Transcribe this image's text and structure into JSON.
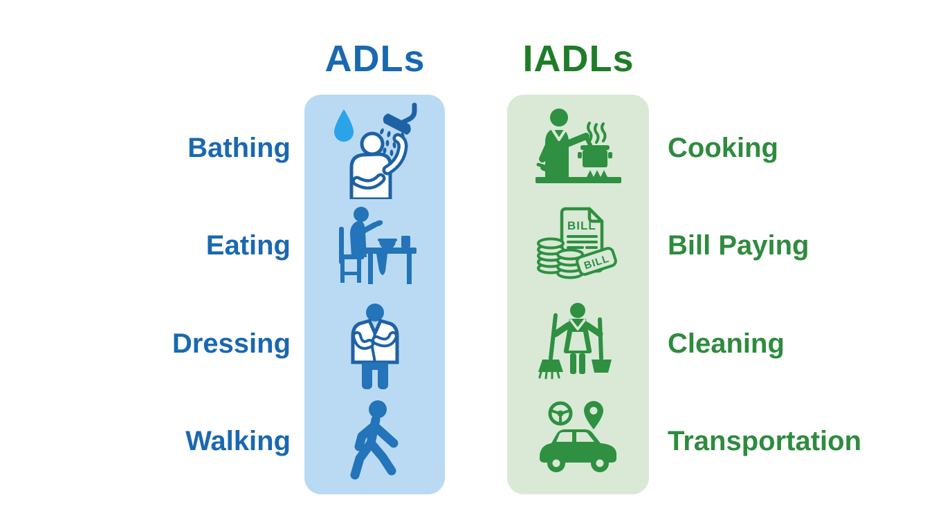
{
  "page": {
    "background": "#ffffff"
  },
  "columns": {
    "adls": {
      "title": "ADLs",
      "title_color": "#1a68b1",
      "label_color": "#1a68b1",
      "panel_color": "#badaf3",
      "icon_color": "#2374b9",
      "icon_outline_color": "#1e62a5",
      "droplet_color": "#2ba3e8",
      "items": [
        {
          "label": "Bathing",
          "icon": "shower-bathing-icon"
        },
        {
          "label": "Eating",
          "icon": "eating-at-table-icon"
        },
        {
          "label": "Dressing",
          "icon": "dressing-shirt-icon"
        },
        {
          "label": "Walking",
          "icon": "walking-person-icon"
        }
      ]
    },
    "iadls": {
      "title": "IADLs",
      "title_color": "#1f7d28",
      "label_color": "#2e8b3e",
      "panel_color": "#d9e9d6",
      "icon_color": "#2e9040",
      "items": [
        {
          "label": "Cooking",
          "icon": "cooking-stove-icon"
        },
        {
          "label": "Bill Paying",
          "icon": "bill-coins-icon"
        },
        {
          "label": "Cleaning",
          "icon": "cleaning-broom-icon"
        },
        {
          "label": "Transportation",
          "icon": "car-transport-icon"
        }
      ]
    }
  },
  "bill_icon_text": {
    "doc_label": "BILL",
    "stamp_label": "BILL"
  }
}
